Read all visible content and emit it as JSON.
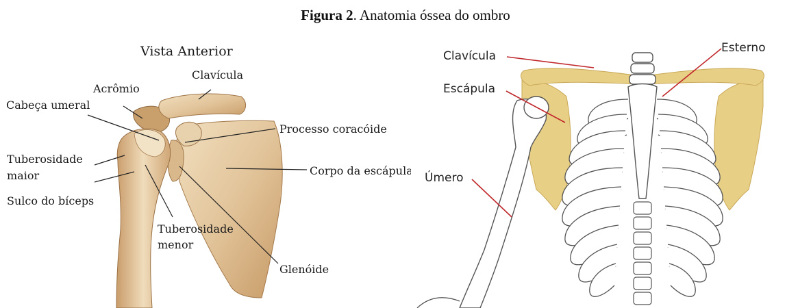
{
  "caption": {
    "prefix": "Figura 2",
    "text": ". Anatomia óssea do ombro"
  },
  "left_diagram": {
    "title": "Vista Anterior",
    "labels": {
      "clavicula": "Clavícula",
      "acromio": "Acrômio",
      "cabeca_umeral": "Cabeça umeral",
      "processo_coracoide": "Processo coracóide",
      "tuberosidade_maior_1": "Tuberosidade",
      "tuberosidade_maior_2": "maior",
      "corpo_escapula": "Corpo da escápula",
      "sulco_biceps": "Sulco do bíceps",
      "tuberosidade_menor_1": "Tuberosidade",
      "tuberosidade_menor_2": "menor",
      "glenoide": "Glenóide"
    }
  },
  "right_diagram": {
    "labels": {
      "clavicula": "Clavícula",
      "esterno": "Esterno",
      "escapula": "Escápula",
      "umero": "Úmero"
    }
  },
  "colors": {
    "bone_light": "#ead4b0",
    "bone_dark": "#b88a58",
    "scapula_yellow": "#e8cf86",
    "leader_red": "#c0282b",
    "outline": "#555555"
  }
}
